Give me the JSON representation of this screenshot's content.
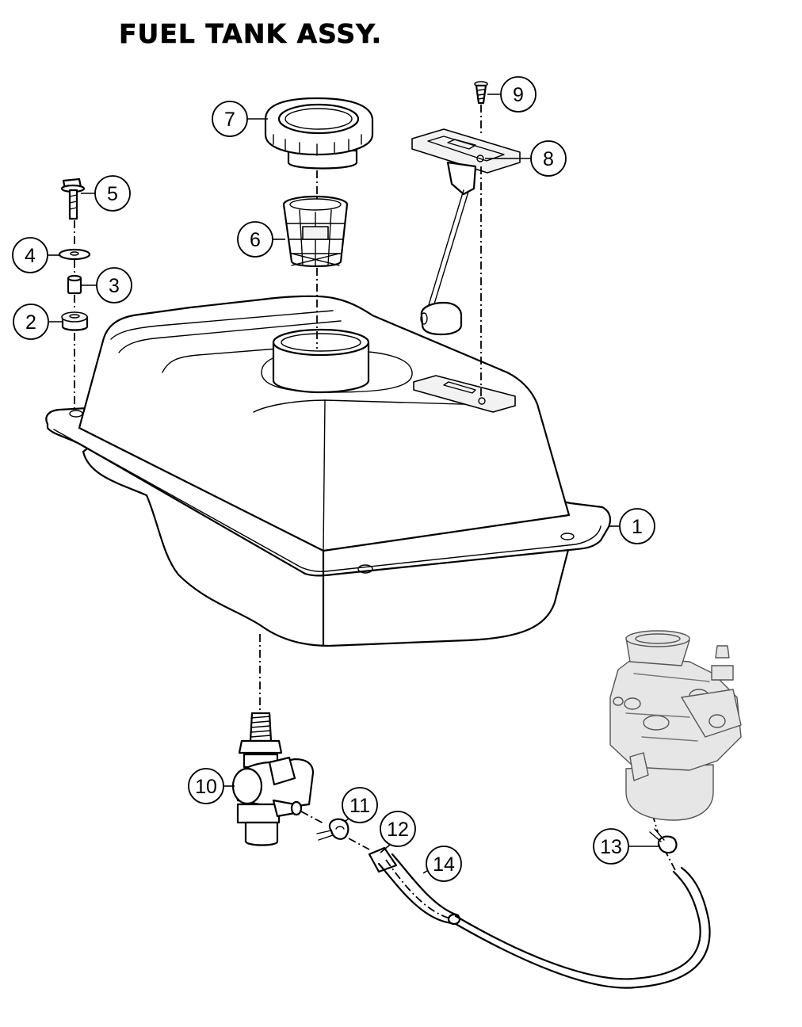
{
  "title": "FUEL TANK ASSY.",
  "callouts": [
    {
      "number": "1"
    },
    {
      "number": "2"
    },
    {
      "number": "3"
    },
    {
      "number": "4"
    },
    {
      "number": "5"
    },
    {
      "number": "6"
    },
    {
      "number": "7"
    },
    {
      "number": "8"
    },
    {
      "number": "9"
    },
    {
      "number": "10"
    },
    {
      "number": "11"
    },
    {
      "number": "12"
    },
    {
      "number": "13"
    },
    {
      "number": "14"
    }
  ]
}
